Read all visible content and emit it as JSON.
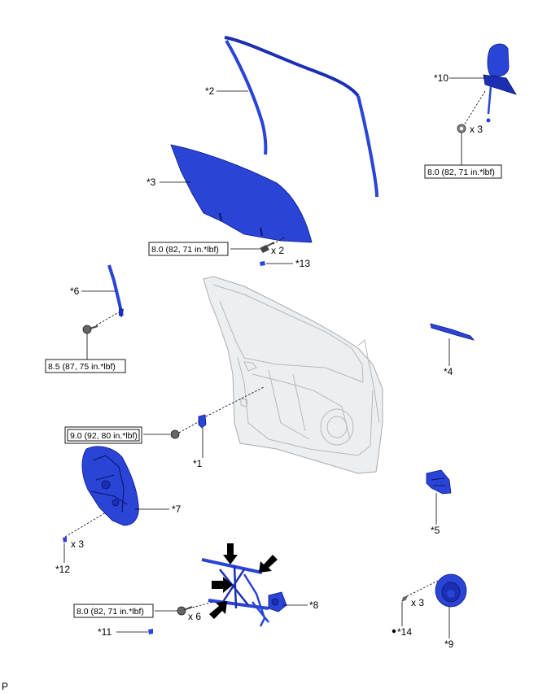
{
  "diagram_id": "P",
  "colors": {
    "part": "#2a44d6",
    "part_edge": "#0d1a8a",
    "door": "#eceef0",
    "arrow": "#000000"
  },
  "labels": {
    "p1": "*1",
    "p2": "*2",
    "p3": "*3",
    "p4": "*4",
    "p5": "*5",
    "p6": "*6",
    "p7": "*7",
    "p8": "*8",
    "p9": "*9",
    "p10": "*10",
    "p11": "*11",
    "p12": "*12",
    "p13": "*13",
    "p14": "*14"
  },
  "quantities": {
    "mirror_nuts": "x 3",
    "glass_bolts": "x 2",
    "carrier_clips": "x 3",
    "regulator_bolts": "x 6",
    "speaker_screws": "x 3"
  },
  "torques": {
    "mirror": "8.0 (82, 71 in.*lbf)",
    "glass": "8.0 (82, 71 in.*lbf)",
    "sash": "8.5 (87, 75 in.*lbf)",
    "hinge": "9.0 (92, 80 in.*lbf)",
    "regulator": "8.0 (82, 71 in.*lbf)"
  },
  "icons": {
    "press_direction": "arrow-icon",
    "nut": "nut-icon",
    "bolt": "bolt-icon",
    "clip": "clip-icon"
  }
}
